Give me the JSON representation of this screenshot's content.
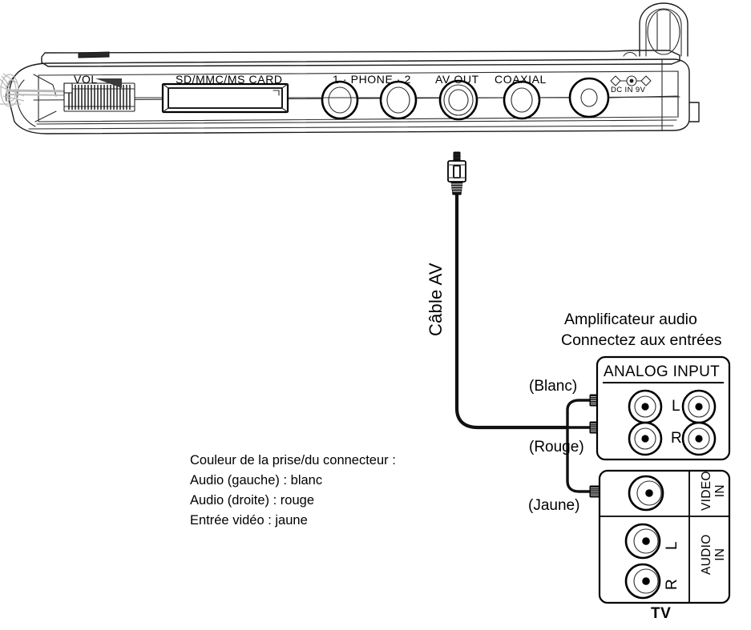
{
  "document": {
    "kind": "connection-diagram",
    "language": "fr",
    "subject": "Portable DVD player side panel AV connection to audio amplifier and TV"
  },
  "device": {
    "name": "portable-dvd-player-side-panel",
    "ports": [
      {
        "id": "vol",
        "label": "VOL"
      },
      {
        "id": "card-slot",
        "label": "SD/MMC/MS CARD"
      },
      {
        "id": "phone",
        "label": "1 · PHONE · 2"
      },
      {
        "id": "av-out",
        "label": "AV OUT"
      },
      {
        "id": "coaxial",
        "label": "COAXIAL"
      },
      {
        "id": "dc-in",
        "label": "DC IN 9V"
      }
    ]
  },
  "cable": {
    "label": "Câble AV",
    "branches": [
      {
        "id": "white",
        "label": "(Blanc)"
      },
      {
        "id": "red",
        "label": "(Rouge)"
      },
      {
        "id": "yellow",
        "label": "(Jaune)"
      }
    ]
  },
  "amplifier": {
    "heading_line1": "Amplificateur audio",
    "heading_line2": "Connectez aux entrées",
    "panel_title": "ANALOG INPUT",
    "channels": [
      {
        "id": "left",
        "label": "L"
      },
      {
        "id": "right",
        "label": "R"
      }
    ]
  },
  "tv": {
    "label": "TV",
    "sections": [
      {
        "id": "video-in",
        "line1": "VIDEO",
        "line2": "IN"
      },
      {
        "id": "audio-in",
        "line1": "AUDIO",
        "line2": "IN"
      }
    ],
    "channels": [
      {
        "id": "left",
        "label": "L"
      },
      {
        "id": "right",
        "label": "R"
      }
    ]
  },
  "legend": {
    "title": "Couleur de la prise/du connecteur :",
    "lines": [
      "Audio (gauche) : blanc",
      "Audio (droite) : rouge",
      "Entrée vidéo : jaune"
    ]
  },
  "colors": {
    "ink": "#000000",
    "line": "#1a1a1a",
    "paper": "#ffffff",
    "flare": "#b9b9b9"
  }
}
